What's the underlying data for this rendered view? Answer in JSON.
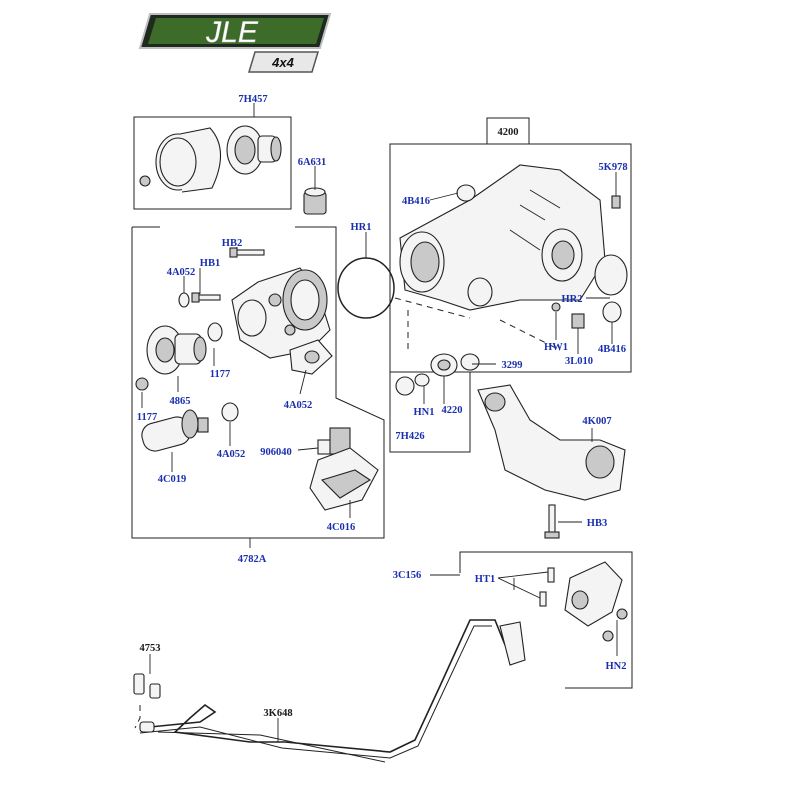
{
  "logo": {
    "brand": "JLE",
    "sub": "4x4"
  },
  "callouts": {
    "c7H457": "7H457",
    "c6A631": "6A631",
    "cHB2": "HB2",
    "cHB1": "HB1",
    "c4A052a": "4A052",
    "c4A052b": "4A052",
    "c4A052c": "4A052",
    "c1177a": "1177",
    "c1177b": "1177",
    "c4865": "4865",
    "c4C019": "4C019",
    "c906040": "906040",
    "c4C016": "4C016",
    "c4782A": "4782A",
    "cHR1": "HR1",
    "c4200": "4200",
    "c5K978": "5K978",
    "c4B416a": "4B416",
    "c4B416b": "4B416",
    "cHR2": "HR2",
    "cHW1": "HW1",
    "c3L010": "3L010",
    "c3299": "3299",
    "cHN1a": "HN1",
    "c4220": "4220",
    "c7H426": "7H426",
    "c4K007": "4K007",
    "cHB3": "HB3",
    "c3C156": "3C156",
    "cHT1": "HT1",
    "cHN2": "HN2",
    "c4753": "4753",
    "c3K648": "3K648"
  }
}
